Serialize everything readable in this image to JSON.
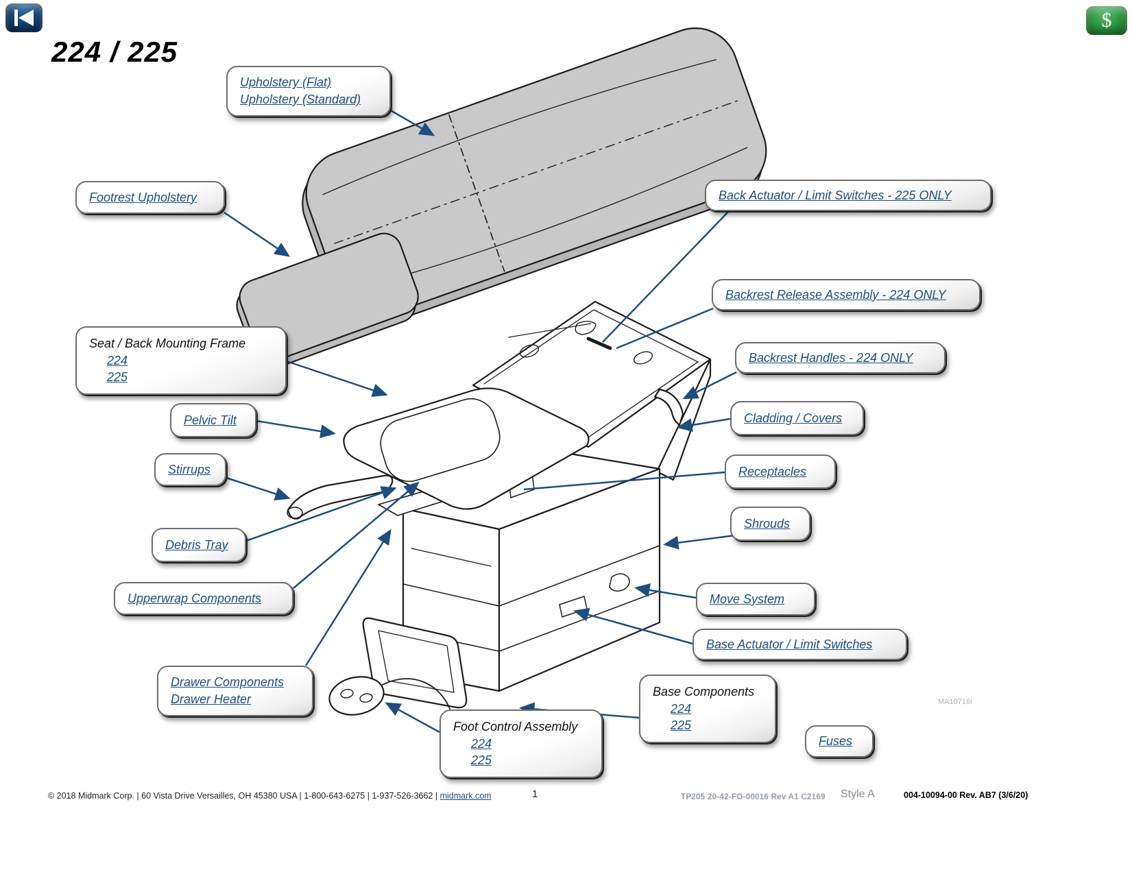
{
  "header": {
    "title": "224 / 225"
  },
  "icons": {
    "dollar": "$"
  },
  "callouts": [
    {
      "name": "upholstery",
      "lines": [
        {
          "text": "Upholstery (Flat)",
          "link": true
        },
        {
          "text": "Upholstery (Standard)",
          "link": true
        }
      ]
    },
    {
      "name": "footrest-upholstery",
      "lines": [
        {
          "text": "Footrest Upholstery",
          "link": true
        }
      ]
    },
    {
      "name": "back-actuator-limit-switches",
      "lines": [
        {
          "text": "Back Actuator / Limit Switches - 225 ONLY",
          "link": true
        }
      ]
    },
    {
      "name": "backrest-release-assembly",
      "lines": [
        {
          "text": "Backrest Release Assembly - 224 ONLY",
          "link": true
        }
      ]
    },
    {
      "name": "seat-back-mounting-frame",
      "lines": [
        {
          "text": "Seat / Back Mounting Frame",
          "link": false
        },
        {
          "text": "224",
          "link": true
        },
        {
          "text": "225",
          "link": true
        }
      ]
    },
    {
      "name": "backrest-handles",
      "lines": [
        {
          "text": "Backrest Handles - 224 ONLY",
          "link": true
        }
      ]
    },
    {
      "name": "pelvic-tilt",
      "lines": [
        {
          "text": "Pelvic Tilt",
          "link": true
        }
      ]
    },
    {
      "name": "cladding-covers",
      "lines": [
        {
          "text": "Cladding / Covers",
          "link": true
        }
      ]
    },
    {
      "name": "stirrups",
      "lines": [
        {
          "text": "Stirrups",
          "link": true
        }
      ]
    },
    {
      "name": "receptacles",
      "lines": [
        {
          "text": "Receptacles",
          "link": true
        }
      ]
    },
    {
      "name": "shrouds",
      "lines": [
        {
          "text": "Shrouds",
          "link": true
        }
      ]
    },
    {
      "name": "debris-tray",
      "lines": [
        {
          "text": "Debris Tray",
          "link": true
        }
      ]
    },
    {
      "name": "upperwrap-components",
      "lines": [
        {
          "text": "Upperwrap Components",
          "link": true
        }
      ]
    },
    {
      "name": "move-system",
      "lines": [
        {
          "text": "Move System",
          "link": true
        }
      ]
    },
    {
      "name": "base-actuator-limit-switches",
      "lines": [
        {
          "text": "Base Actuator / Limit Switches",
          "link": true
        }
      ]
    },
    {
      "name": "drawer",
      "lines": [
        {
          "text": "Drawer Components",
          "link": true
        },
        {
          "text": "Drawer Heater",
          "link": true
        }
      ]
    },
    {
      "name": "base-components",
      "lines": [
        {
          "text": "Base Components",
          "link": false
        },
        {
          "text": "224",
          "link": true
        },
        {
          "text": "225",
          "link": true
        }
      ]
    },
    {
      "name": "foot-control-assembly",
      "lines": [
        {
          "text": "Foot Control Assembly",
          "link": false
        },
        {
          "text": "224",
          "link": true
        },
        {
          "text": "225",
          "link": true
        }
      ]
    },
    {
      "name": "fuses",
      "lines": [
        {
          "text": "Fuses",
          "link": true
        }
      ]
    }
  ],
  "note": "MA10716i",
  "footer": {
    "copyright": "© 2018  Midmark Corp.   |   60 Vista Drive Versailles, OH 45380 USA   |   1-800-643-6275   |   1-937-526-3662   |",
    "website": "midmark.com",
    "page": "1",
    "doc_code": "TP205   20-42-FO-00016   Rev A1   C2169",
    "style": "Style A",
    "part_number": "004-10094-00 Rev. AB7 (3/6/20)"
  }
}
